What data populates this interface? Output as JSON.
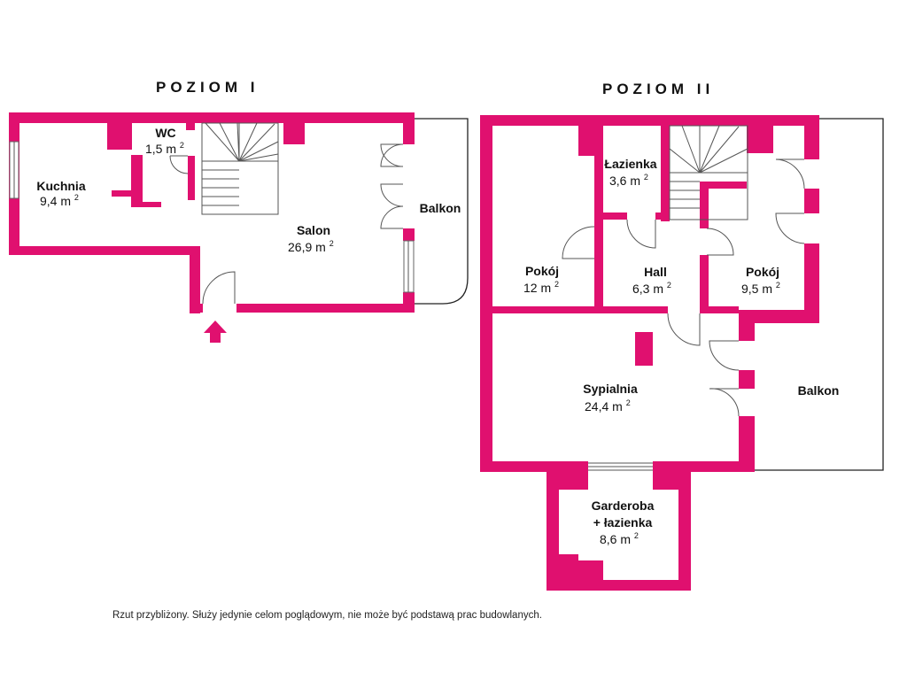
{
  "levels": {
    "level1": "POZIOM I",
    "level2": "POZIOM II"
  },
  "rooms": {
    "kuchnia": {
      "name": "Kuchnia",
      "area": "9,4 m",
      "sup": "2"
    },
    "wc": {
      "name": "WC",
      "area": "1,5 m",
      "sup": "2"
    },
    "salon": {
      "name": "Salon",
      "area": "26,9 m",
      "sup": "2"
    },
    "balkon1": {
      "name": "Balkon"
    },
    "lazienka": {
      "name": "Łazienka",
      "area": "3,6 m",
      "sup": "2"
    },
    "pokoj_left": {
      "name": "Pokój",
      "area": "12 m",
      "sup": "2"
    },
    "hall": {
      "name": "Hall",
      "area": "6,3 m",
      "sup": "2"
    },
    "pokoj_right": {
      "name": "Pokój",
      "area": "9,5 m",
      "sup": "2"
    },
    "sypialnia": {
      "name": "Sypialnia",
      "area": "24,4 m",
      "sup": "2"
    },
    "balkon2": {
      "name": "Balkon"
    },
    "garderoba": {
      "name1": "Garderoba",
      "name2": "+ łazienka",
      "area": "8,6 m",
      "sup": "2"
    }
  },
  "disclaimer": "Rzut przybliżony. Służy jedynie celom poglądowym, nie może być podstawą prac budowlanych.",
  "colors": {
    "wall": "#e0106f",
    "line": "#222222"
  }
}
